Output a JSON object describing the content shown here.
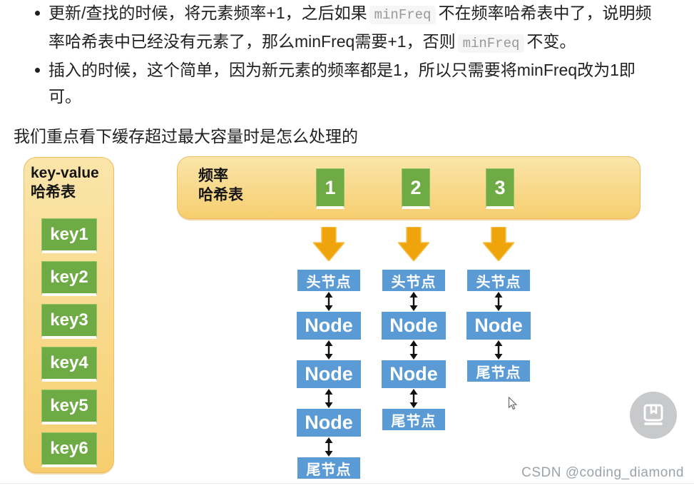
{
  "article": {
    "bullets": [
      [
        {
          "type": "text",
          "text": "更新/查找的时候，将元素频率+1，之后如果"
        },
        {
          "type": "code",
          "text": "minFreq"
        },
        {
          "type": "text",
          "text": "不在频率哈希表中了，说明频率哈希表中已经没有元素了，那么minFreq需要+1，否则"
        },
        {
          "type": "code",
          "text": "minFreq"
        },
        {
          "type": "text",
          "text": "不变。"
        }
      ],
      [
        {
          "type": "text",
          "text": "插入的时候，这个简单，因为新元素的频率都是1，所以只需要将minFreq改为1即可。"
        }
      ]
    ],
    "lead": "我们重点看下缓存超过最大容量时是怎么处理的"
  },
  "diagram": {
    "key_table": {
      "title_line1": "key-value",
      "title_line2": "哈希表",
      "keys": [
        "key1",
        "key2",
        "key3",
        "key4",
        "key5",
        "key6"
      ]
    },
    "freq_table": {
      "title_line1": "频率",
      "title_line2": "哈希表",
      "buckets": [
        "1",
        "2",
        "3"
      ]
    },
    "chains": [
      [
        "头节点",
        "Node",
        "Node",
        "Node",
        "尾节点"
      ],
      [
        "头节点",
        "Node",
        "Node",
        "尾节点"
      ],
      [
        "头节点",
        "Node",
        "尾节点"
      ]
    ],
    "colors": {
      "panel_yellow_top": "#FBE5AA",
      "panel_yellow_bottom": "#F6CE6F",
      "green": "#6FAB45",
      "blue": "#5B9BD5",
      "arrow_orange": "#EFA40B"
    },
    "icons": {
      "down_arrow": "down-arrow-icon",
      "link_arrow": "double-arrow-icon",
      "cursor": "cursor-icon"
    }
  },
  "overlay": {
    "watermark": "CSDN @coding_diamond",
    "floating_button_icon": "book-icon"
  }
}
